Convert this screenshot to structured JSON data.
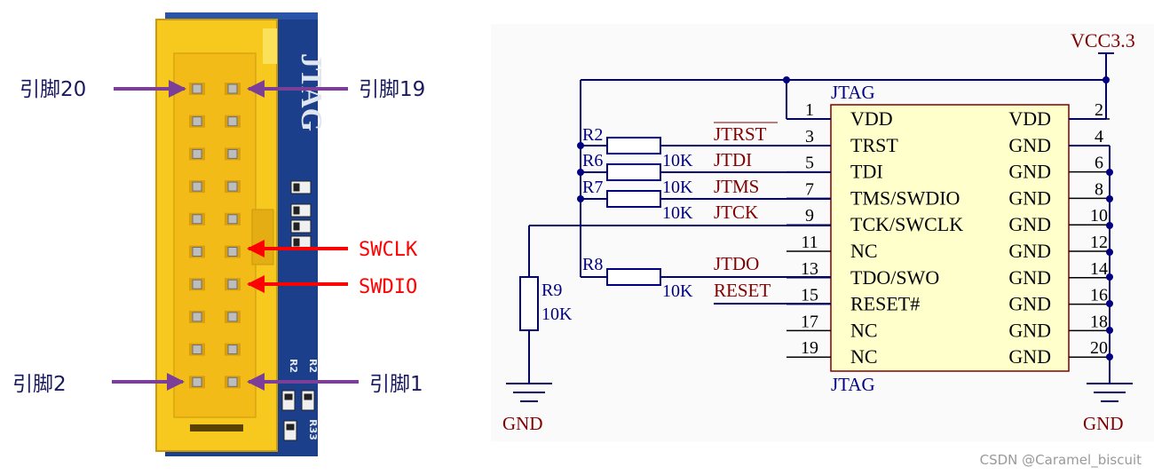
{
  "photo": {
    "header_silk": "JTAG",
    "labels": {
      "pin20": "引脚20",
      "pin19": "引脚19",
      "swclk": "SWCLK",
      "swdio": "SWDIO",
      "pin2": "引脚2",
      "pin1": "引脚1"
    },
    "silk_refs": [
      "R2",
      "R2",
      "R33"
    ],
    "colors": {
      "pin_arrow": "#7b3f98",
      "signal_arrow": "#ff0000",
      "header": "#f7c81e",
      "board": "#1c3f8c"
    }
  },
  "schematic": {
    "power_label": "VCC3.3",
    "ground_label": "GND",
    "ic_title": "JTAG",
    "ic_left": [
      "VDD",
      "TRST",
      "TDI",
      "TMS/SWDIO",
      "TCK/SWCLK",
      "NC",
      "TDO/SWO",
      "RESET#",
      "NC",
      "NC"
    ],
    "ic_right": [
      "VDD",
      "GND",
      "GND",
      "GND",
      "GND",
      "GND",
      "GND",
      "GND",
      "GND",
      "GND"
    ],
    "pins_odd": [
      "1",
      "3",
      "5",
      "7",
      "9",
      "11",
      "13",
      "15",
      "17",
      "19"
    ],
    "pins_even": [
      "2",
      "4",
      "6",
      "8",
      "10",
      "12",
      "14",
      "16",
      "18",
      "20"
    ],
    "nets": [
      "JTRST",
      "JTDI",
      "JTMS",
      "JTCK",
      "JTDO",
      "RESET"
    ],
    "resistors": [
      {
        "ref": "R2",
        "value": "10K"
      },
      {
        "ref": "R6",
        "value": "10K"
      },
      {
        "ref": "R7",
        "value": "10K"
      },
      {
        "ref": "R8",
        "value": "10K"
      },
      {
        "ref": "R9",
        "value": "10K"
      }
    ],
    "colors": {
      "wire": "#000080",
      "net_label": "#800000",
      "ic_fill": "#ffffcc",
      "ic_border": "#800000"
    }
  },
  "watermark": "CSDN @Caramel_biscuit"
}
